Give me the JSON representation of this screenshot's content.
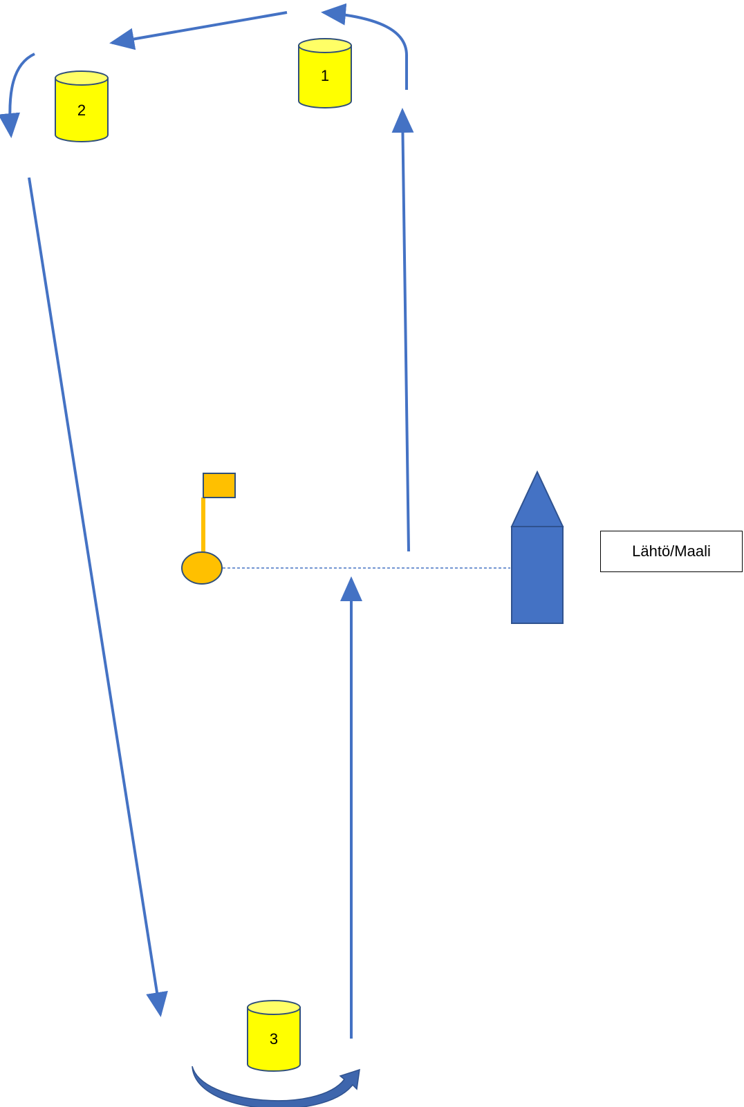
{
  "buoys": [
    {
      "label": "1"
    },
    {
      "label": "2"
    },
    {
      "label": "3"
    }
  ],
  "start_finish_label": "Lähtö/Maali",
  "colors": {
    "buoy_fill": "#ffff00",
    "buoy_stroke": "#2f4f7a",
    "arrow": "#4472c4",
    "boat": "#4472c4",
    "boat_stroke": "#2f528f",
    "flag": "#ffc000",
    "start_line": "#4472c4"
  }
}
